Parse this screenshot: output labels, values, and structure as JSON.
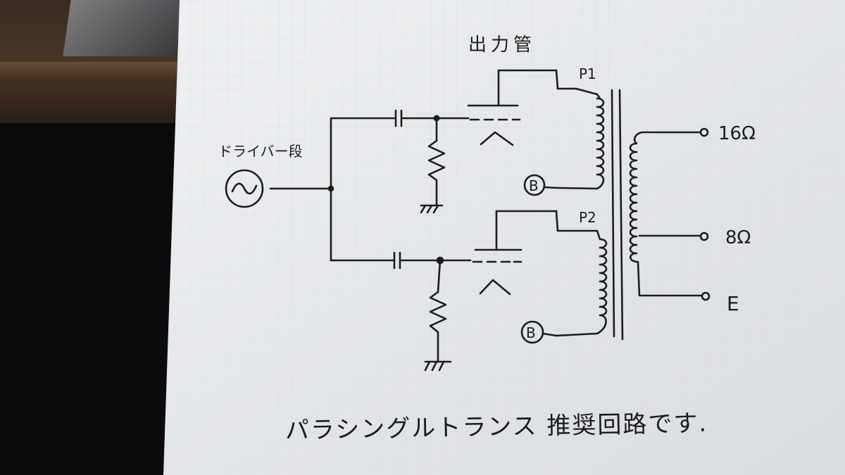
{
  "labels": {
    "output_tube": "出力管",
    "driver_stage": "ドライバー段",
    "p1": "P1",
    "p2": "P2",
    "b_top": "B",
    "b_bottom": "B",
    "tap_16": "16Ω",
    "tap_8": "8Ω",
    "tap_e": "E",
    "caption": "パラシングルトランス 推奨回路です."
  },
  "colors": {
    "ink": "#1c1c1c",
    "paper": "#e4e6e9",
    "grid": "#d2d5da"
  }
}
